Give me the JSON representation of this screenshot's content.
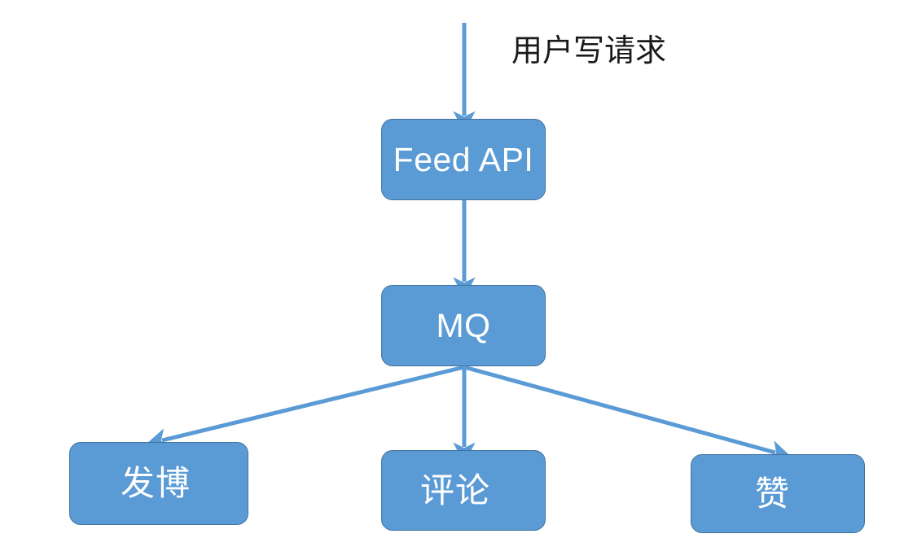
{
  "diagram": {
    "title_label": "用户写请求",
    "colors": {
      "node_fill": "#5B9BD5",
      "node_border": "#41719C",
      "node_text": "#FFFFFF",
      "arrow": "#5B9BD5",
      "label_text": "#1A1A1A",
      "background": "#FFFFFF"
    },
    "nodes": [
      {
        "id": "feed-api",
        "label": "Feed API",
        "script": "latin"
      },
      {
        "id": "mq",
        "label": "MQ",
        "script": "latin"
      },
      {
        "id": "post",
        "label": "发博",
        "script": "cjk"
      },
      {
        "id": "comment",
        "label": "评论",
        "script": "cjk"
      },
      {
        "id": "like",
        "label": "赞",
        "script": "cjk"
      }
    ],
    "edges": [
      {
        "id": "entry-to-feed-api",
        "from": "user-write-request",
        "to": "feed-api"
      },
      {
        "id": "feed-api-to-mq",
        "from": "feed-api",
        "to": "mq"
      },
      {
        "id": "mq-to-post",
        "from": "mq",
        "to": "post"
      },
      {
        "id": "mq-to-comment",
        "from": "mq",
        "to": "comment"
      },
      {
        "id": "mq-to-like",
        "from": "mq",
        "to": "like"
      }
    ]
  }
}
